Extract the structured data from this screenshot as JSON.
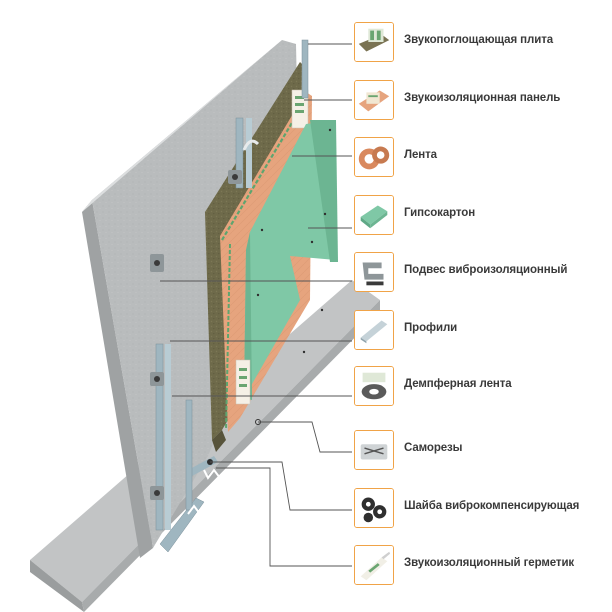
{
  "legend": {
    "items": [
      {
        "label": "Звукопоглощающая плита",
        "icon": "mineral-wool-slab-icon"
      },
      {
        "label": "Звукоизоляционная панель",
        "icon": "soundproof-panel-icon"
      },
      {
        "label": "Лента",
        "icon": "tape-roll-icon"
      },
      {
        "label": "Гипсокартон",
        "icon": "drywall-sheet-icon"
      },
      {
        "label": "Подвес виброизоляционный",
        "icon": "vibration-hanger-icon"
      },
      {
        "label": "Профили",
        "icon": "metal-profile-icon"
      },
      {
        "label": "Демпферная лента",
        "icon": "damper-tape-icon"
      },
      {
        "label": "Саморезы",
        "icon": "screws-icon"
      },
      {
        "label": "Шайба виброкомпенсирующая",
        "icon": "vibration-washer-icon"
      },
      {
        "label": "Звукоизоляционный герметик",
        "icon": "sealant-tube-icon"
      }
    ]
  },
  "colors": {
    "accent": "#f0a347",
    "concrete": "#b9bcbd",
    "wool": "#6e6a4a",
    "panel": "#e6a47e",
    "drywall": "#7fc8a6",
    "profile": "#9fb6c0",
    "leader": "#555555"
  }
}
